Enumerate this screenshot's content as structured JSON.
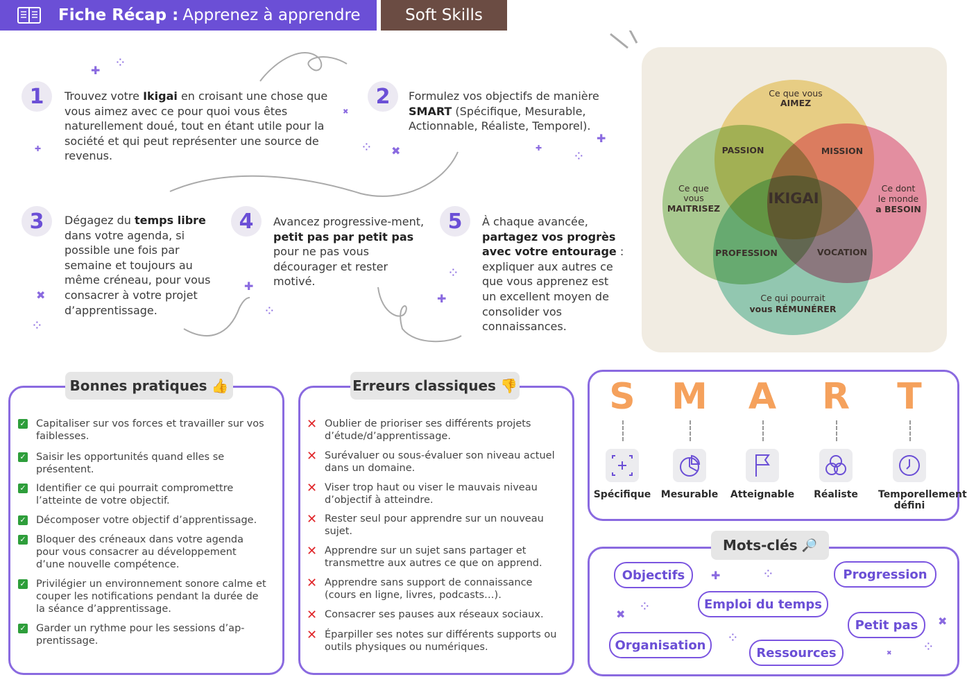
{
  "header": {
    "title_bold": "Fiche Récap :",
    "title_rest": "Apprenez à apprendre",
    "tag": "Soft Skills"
  },
  "steps": [
    {
      "num": "1",
      "html": "Trouvez votre <b>Ikigai</b> en croisant une chose que vous aimez avec ce pour quoi vous êtes naturellement doué, tout en étant utile pour la société et qui peut représenter une source de revenus."
    },
    {
      "num": "2",
      "html": "Formulez vos objectifs de manière <b>SMART</b> (Spécifique, Mesurable, Actionnable, Réaliste, Temporel)."
    },
    {
      "num": "3",
      "html": "Dégagez du <b>temps libre</b> dans votre agenda, si possible une fois par semaine et toujours au même créneau, pour vous consacrer à votre projet d’apprentissage."
    },
    {
      "num": "4",
      "html": "Avancez progressive-ment, <b>petit pas par petit pas</b> pour ne pas vous décourager et rester motivé."
    },
    {
      "num": "5",
      "html": "À chaque avancée, <b>partagez vos progrès avec votre entourage</b> : expliquer aux autres ce que vous apprenez est un excellent moyen de consolider vos connaissances."
    }
  ],
  "ikigai": {
    "center": "IKIGAI",
    "love": [
      "Ce que vous",
      "AIMEZ"
    ],
    "good": [
      "Ce que",
      "vous",
      "MAITRISEZ"
    ],
    "need": [
      "Ce dont",
      "le monde",
      "a BESOIN"
    ],
    "paid": [
      "Ce qui pourrait",
      "vous RÉMUNÉRER"
    ],
    "passion": "PASSION",
    "mission": "MISSION",
    "profession": "PROFESSION",
    "vocation": "VOCATION",
    "colors": {
      "love": "#f3d67a",
      "good": "#9fcf8a",
      "need": "#ee7fa3",
      "paid": "#82cdb9"
    }
  },
  "good_practices": {
    "title": "Bonnes pratiques",
    "items": [
      "Capitaliser sur vos forces et travailler sur vos faiblesses.",
      "Saisir les opportunités quand elles se présentent.",
      "Identifier ce qui pourrait compromettre l’atteinte de votre objectif.",
      "Décomposer votre objectif d’apprentissage.",
      "Bloquer des créneaux dans votre agenda pour vous consacrer au développement d’une nouvelle compétence.",
      "Privilégier un environnement sonore calme et couper les notifications pendant la durée de la séance d’apprentissage.",
      "Garder un rythme pour les sessions d’ap-prentissage."
    ]
  },
  "mistakes": {
    "title": "Erreurs classiques",
    "items": [
      "Oublier de prioriser ses différents projets d’étude/d’apprentissage.",
      "Surévaluer ou sous-évaluer son niveau actuel dans un domaine.",
      "Viser trop haut ou viser le mauvais niveau d’objectif à atteindre.",
      "Rester seul pour apprendre sur un nouveau sujet.",
      "Apprendre sur un sujet sans partager et transmettre aux autres ce que on apprend.",
      "Apprendre sans support de connaissance (cours en ligne, livres, podcasts…).",
      "Consacrer ses pauses aux réseaux sociaux.",
      "Éparpiller ses notes sur différents supports ou outils physiques ou numériques."
    ]
  },
  "smart": [
    {
      "letter": "S",
      "label": "Spécifique",
      "icon": "focus-plus-icon"
    },
    {
      "letter": "M",
      "label": "Mesurable",
      "icon": "pie-chart-icon"
    },
    {
      "letter": "A",
      "label": "Atteignable",
      "icon": "flag-icon"
    },
    {
      "letter": "R",
      "label": "Réaliste",
      "icon": "circles-icon"
    },
    {
      "letter": "T",
      "label": "Temporellement défini",
      "icon": "clock-icon"
    }
  ],
  "keywords": {
    "title": "Mots-clés",
    "items": [
      "Objectifs",
      "Progression",
      "Emploi du temps",
      "Petit pas",
      "Organisation",
      "Ressources"
    ]
  }
}
